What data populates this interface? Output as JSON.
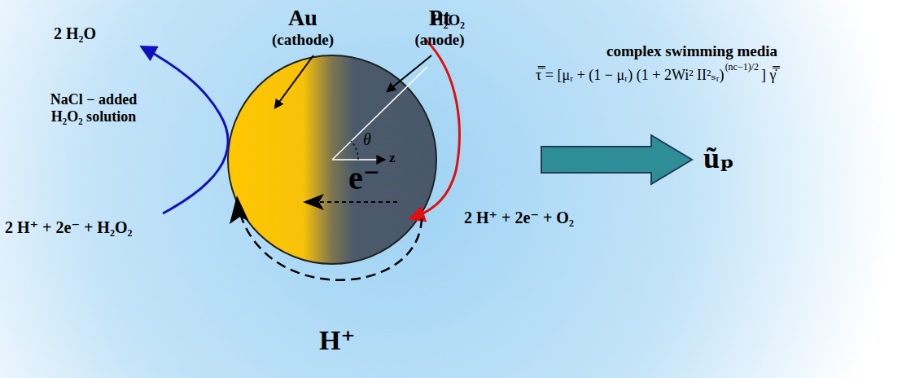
{
  "diagram": {
    "labels": [
      "Au",
      "(cathode)",
      "Pt",
      "(anode)",
      "2 H₂O",
      "NaCl − added H₂O₂ solution",
      "2 H⁺ + 2e⁻ + H₂O₂",
      "e⁻",
      "θ",
      "z",
      "H⁺",
      "H₂O₂",
      "2 H⁺ + 2e⁻ + O₂",
      "complex swimming media",
      "τ̿ = [μᵣ + (1 − μᵣ) (1 + 2Wi² II²ₛᵣ)",
      "(nc−1)/2",
      "] γ̿̇",
      "ũₚ"
    ]
  }
}
